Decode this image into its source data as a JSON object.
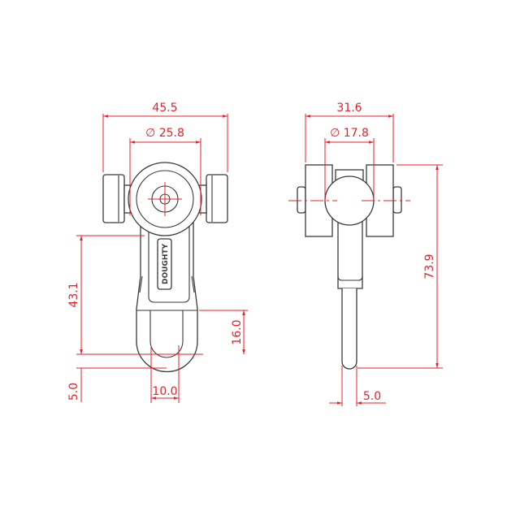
{
  "drawing": {
    "type": "technical-dimension-drawing",
    "subject": "shackle / swivel roller fitting",
    "brand_mark": "DOUGHTY",
    "colors": {
      "dimension": "#e8202a",
      "outline": "#3a3a3a",
      "background": "#ffffff"
    },
    "front_view": {
      "dimensions": {
        "overall_width": "45.5",
        "roller_diameter": "∅ 25.8",
        "body_length": "43.1",
        "slot_depth": "16.0",
        "slot_offset": "5.0",
        "slot_width": "10.0"
      }
    },
    "side_view": {
      "dimensions": {
        "overall_width": "31.6",
        "ball_diameter": "∅ 17.8",
        "overall_height": "73.9",
        "pin_width": "5.0"
      }
    }
  }
}
